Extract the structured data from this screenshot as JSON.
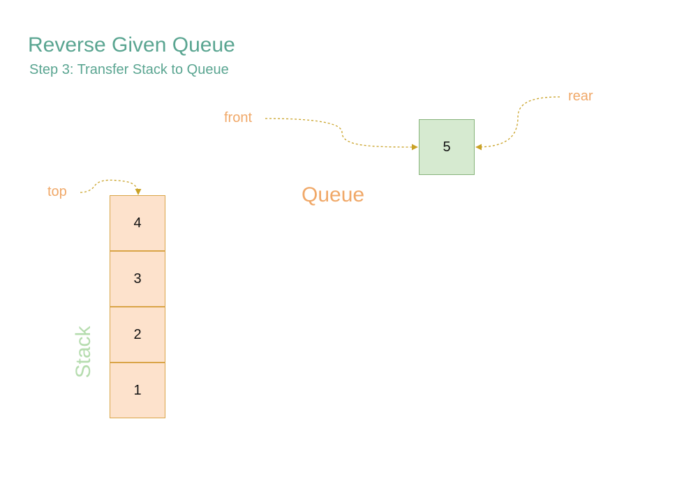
{
  "title": "Reverse Given Queue",
  "subtitle": "Step 3: Transfer Stack to Queue",
  "queue": {
    "label": "Queue",
    "front_label": "front",
    "rear_label": "rear",
    "items": [
      "5"
    ]
  },
  "stack": {
    "label": "Stack",
    "top_label": "top",
    "items": [
      "4",
      "3",
      "2",
      "1"
    ]
  },
  "colors": {
    "title": "#5aa591",
    "pointer_label": "#f0a868",
    "arrow": "#c9a227",
    "stack_fill": "#fde2cc",
    "stack_border": "#d9a447",
    "queue_fill": "#d6ead0",
    "queue_border": "#86b37a",
    "stack_label": "#b5dcae"
  }
}
